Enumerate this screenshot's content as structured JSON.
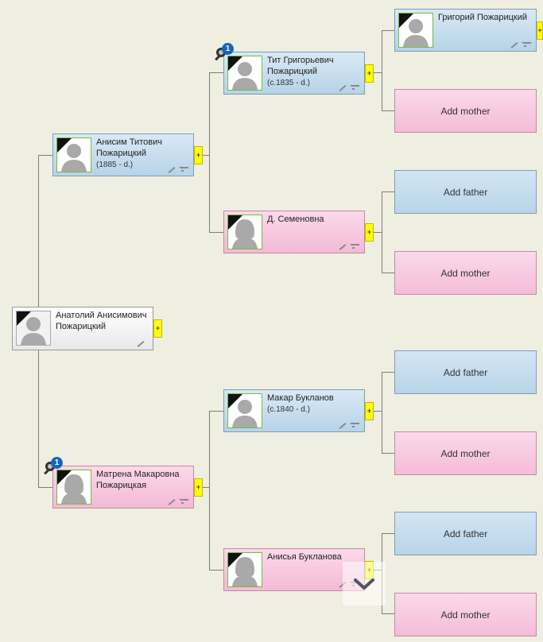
{
  "tree": {
    "root": {
      "name": "Анатолий Анисимович Пожарицкий",
      "dates": "",
      "badge": ""
    },
    "father": {
      "name": "Анисим Титович Пожарицкий",
      "dates": "(1885 - d.)"
    },
    "mother": {
      "name": "Матрена Макаровна Пожарицкая",
      "dates": "",
      "badge": "1"
    },
    "ff": {
      "name": "Тит Григорьевич Пожарицкий",
      "dates": "(c.1835 - d.)",
      "badge": "1"
    },
    "fm": {
      "name": "Д. Семеновна",
      "dates": ""
    },
    "mf": {
      "name": "Макар Букланов",
      "dates": "(c.1840 - d.)"
    },
    "mm": {
      "name": "Анисья Букланова",
      "dates": ""
    },
    "fff": {
      "name": "Григорий Пожарицкий",
      "dates": ""
    },
    "expand_label": "+",
    "add_father_label": "Add father",
    "add_mother_label": "Add mother"
  },
  "colors": {
    "male": "#b7d3e8",
    "female": "#f3b9d6",
    "expand": "#ffff00",
    "badge": "#1565c0"
  },
  "icons": {
    "photo": "silhouette-icon",
    "edit": "pencil-icon",
    "relations": "tree-icon",
    "hints": "magnifier-icon",
    "scroll": "chevron-down-icon"
  }
}
